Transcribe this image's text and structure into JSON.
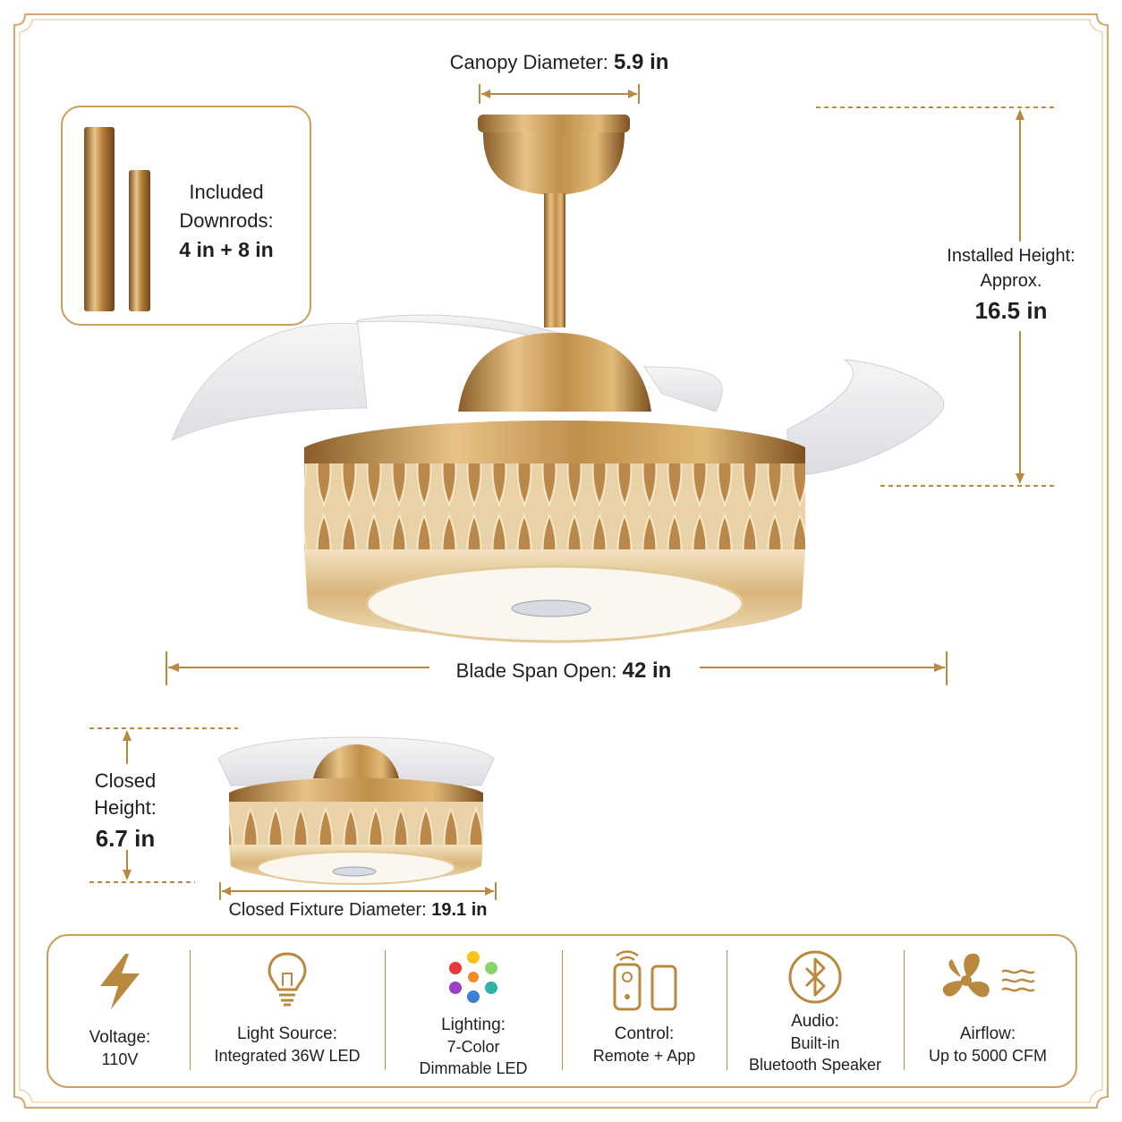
{
  "dimensions": {
    "canopy_label": "Canopy Diameter:",
    "canopy_value": "5.9 in",
    "downrods_line1": "Included",
    "downrods_line2": "Downrods:",
    "downrods_value": "4 in + 8 in",
    "installed_line1": "Installed Height:",
    "installed_line2": "Approx.",
    "installed_value": "16.5 in",
    "blade_span_label": "Blade Span Open:",
    "blade_span_value": "42 in",
    "closed_height_line1": "Closed",
    "closed_height_line2": "Height:",
    "closed_height_value": "6.7 in",
    "closed_diameter_label": "Closed Fixture Diameter:",
    "closed_diameter_value": "19.1 in"
  },
  "specs": [
    {
      "icon": "lightning-bolt-icon",
      "title": "Voltage:",
      "line1": "110V",
      "line2": ""
    },
    {
      "icon": "light-bulb-icon",
      "title": "Light Source:",
      "line1": "Integrated 36W LED",
      "line2": ""
    },
    {
      "icon": "color-dots-icon",
      "title": "Lighting:",
      "line1": "7-Color",
      "line2": "Dimmable LED"
    },
    {
      "icon": "remote-phone-icon",
      "title": "Control:",
      "line1": "Remote + App",
      "line2": ""
    },
    {
      "icon": "bluetooth-icon",
      "title": "Audio:",
      "line1": "Built-in",
      "line2": "Bluetooth Speaker"
    },
    {
      "icon": "fan-airflow-icon",
      "title": "Airflow:",
      "line1": "Up to 5000 CFM",
      "line2": ""
    }
  ],
  "colors": {
    "accent": "#b8893f",
    "gold": "#c9a05a",
    "text": "#1f1f1f"
  }
}
